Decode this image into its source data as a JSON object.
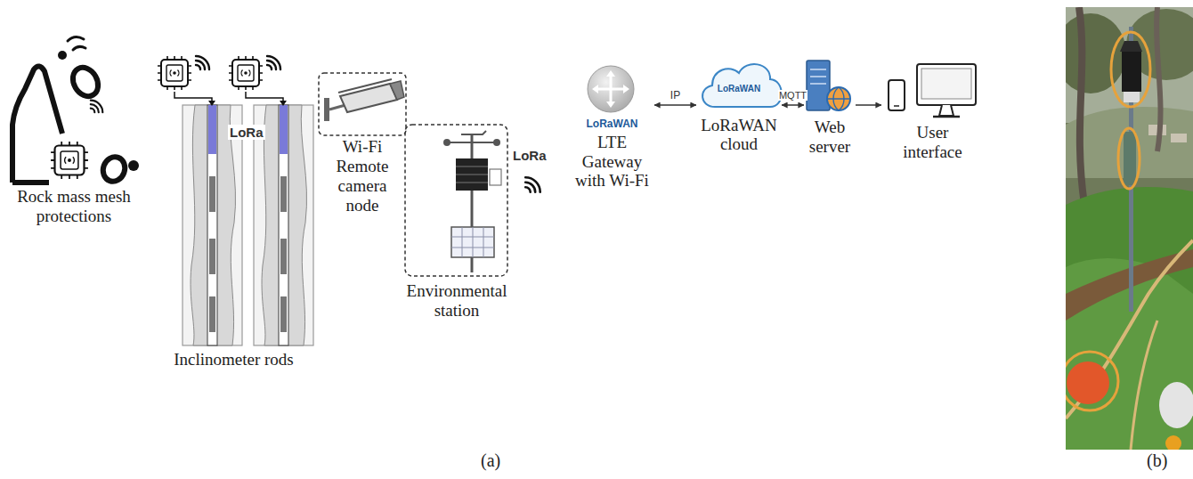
{
  "diagram": {
    "nodes": [
      {
        "text": [
          "Rock mass mesh protections"
        ]
      },
      {
        "text": [
          "Inclinometer rods"
        ]
      },
      {
        "text": [
          "Wi-Fi Remote camera node"
        ]
      },
      {
        "text": [
          "Environmental station"
        ]
      },
      {
        "text": [
          "LoRaWAN",
          "LTE Gateway with Wi-Fi"
        ]
      },
      {
        "text": [
          "LoRaWAN",
          "LoRaWAN cloud"
        ]
      },
      {
        "text": [
          "Web server"
        ]
      },
      {
        "text": [
          "User interface"
        ]
      }
    ],
    "edges": [
      {
        "from": 4,
        "to": 5,
        "label": "IP",
        "arrow": "both"
      },
      {
        "from": 5,
        "to": 6,
        "label": "MQTT",
        "arrow": "both"
      },
      {
        "from": 6,
        "to": 7,
        "arrow": "to"
      }
    ],
    "labels": [
      "LoRa",
      "LoRa",
      "(a)",
      "(b)"
    ]
  }
}
